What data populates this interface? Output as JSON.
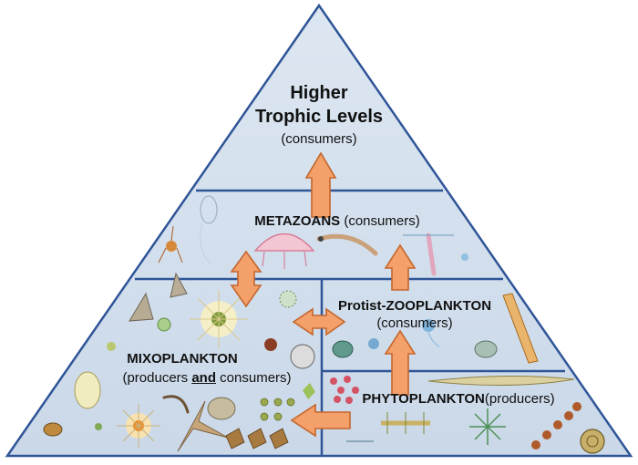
{
  "apex": {
    "title_line1": "Higher",
    "title_line2": "Trophic Levels",
    "subtitle": "(consumers)"
  },
  "metazoans": {
    "name": "METAZOANS",
    "role": "(consumers)"
  },
  "protist_zooplankton": {
    "name": "Protist-ZOOPLANKTON",
    "role": "(consumers)"
  },
  "mixoplankton": {
    "name": "MIXOPLANKTON",
    "role_prefix": "(producers ",
    "role_emphasis": "and",
    "role_suffix": " consumers)"
  },
  "phytoplankton": {
    "name": "PHYTOPLANKTON",
    "role": "(producers)"
  },
  "colors": {
    "pyramid_fill": "#d7e2ef",
    "outline": "#2f5597",
    "arrow_fill": "#f4a06a",
    "arrow_stroke": "#c5662c"
  },
  "arrows": [
    {
      "from": "metazoans",
      "to": "higher-trophic-levels",
      "type": "one-way"
    },
    {
      "from": "protist-zooplankton",
      "to": "metazoans",
      "type": "one-way"
    },
    {
      "from": "mixoplankton",
      "to": "metazoans",
      "type": "two-way"
    },
    {
      "from": "mixoplankton",
      "to": "protist-zooplankton",
      "type": "two-way"
    },
    {
      "from": "phytoplankton",
      "to": "protist-zooplankton",
      "type": "one-way"
    },
    {
      "from": "phytoplankton",
      "to": "mixoplankton",
      "type": "one-way"
    }
  ]
}
